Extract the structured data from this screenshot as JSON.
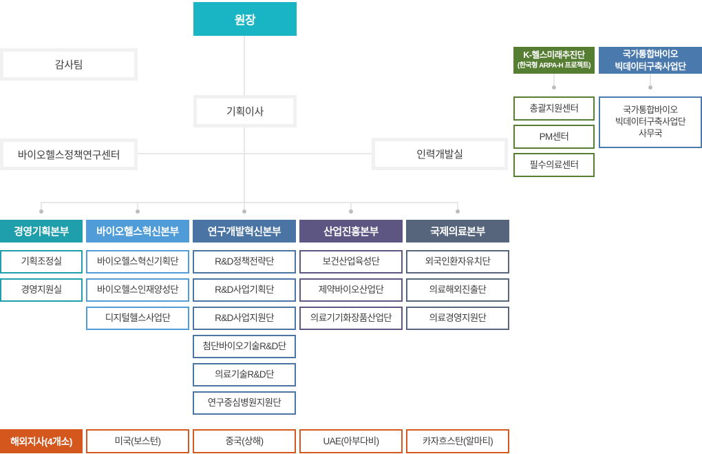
{
  "org": {
    "root_label": "원장",
    "audit_label": "감사팀",
    "planning_director_label": "기획이사",
    "policy_center_label": "바이오헬스정책연구센터",
    "hrd_label": "인력개발실",
    "khealth": {
      "title1": "K-헬스미래추진단",
      "title2": "(한국형 ARPA-H 프로젝트)",
      "items": [
        "총괄지원센터",
        "PM센터",
        "필수의료센터"
      ]
    },
    "bigdata": {
      "title1": "국가통합바이오",
      "title2": "빅데이터구축사업단",
      "office_lines": [
        "국가통합바이오",
        "빅데이터구축사업단",
        "사무국"
      ]
    },
    "divisions": [
      {
        "label": "경영기획본부",
        "children": [
          "기획조정실",
          "경영지원실"
        ]
      },
      {
        "label": "바이오헬스혁신본부",
        "children": [
          "바이오헬스혁신기획단",
          "바이오헬스인재양성단",
          "디지털헬스사업단"
        ]
      },
      {
        "label": "연구개발혁신본부",
        "children": [
          "R&D정책전략단",
          "R&D사업기획단",
          "R&D사업지원단",
          "첨단바이오기술R&D단",
          "의료기술R&D단",
          "연구중심병원지원단"
        ]
      },
      {
        "label": "산업진흥본부",
        "children": [
          "보건산업육성단",
          "제약바이오산업단",
          "의료기기화장품산업단"
        ]
      },
      {
        "label": "국제의료본부",
        "children": [
          "외국인환자유치단",
          "의료해외진출단",
          "의료경영지원단"
        ]
      }
    ],
    "overseas": {
      "header_label": "해외지사(4개소)",
      "branches": [
        "미국(보스턴)",
        "중국(상해)",
        "UAE(아부다비)",
        "카자흐스탄(알마티)"
      ]
    }
  },
  "colors": {
    "root_teal": "#19b5c4",
    "division_colors": [
      "#1f9fab",
      "#4f9cd8",
      "#4a74a4",
      "#5d5582",
      "#57657c"
    ],
    "khealth_green": "#567e33",
    "bigdata_blue": "#4a79ae",
    "overseas_orange": "#d4581e",
    "connector_gray": "#e7e7e9",
    "text_dark": "#3d3d3d"
  }
}
